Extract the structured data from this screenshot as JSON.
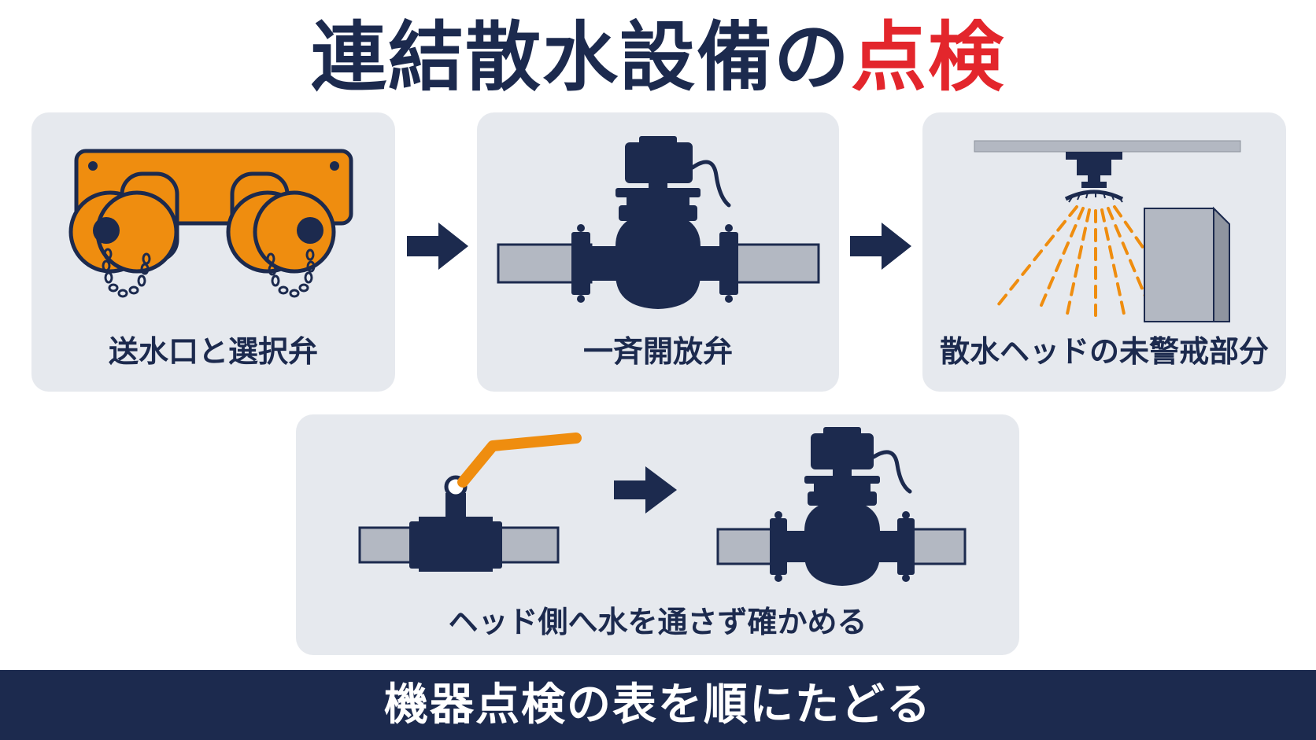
{
  "title": {
    "main": "連結散水設備の",
    "accent": "点検"
  },
  "panels": [
    {
      "label": "送水口と選択弁"
    },
    {
      "label": "一斉開放弁"
    },
    {
      "label": "散水ヘッドの未警戒部分"
    },
    {
      "label": "ヘッド側へ水を通さず確かめる"
    }
  ],
  "footer": {
    "text": "機器点検の表を順にたどる"
  },
  "colors": {
    "navy": "#1c2a4e",
    "orange": "#ef8d0f",
    "pipe_gray": "#b3b8c2",
    "panel_bg": "#e6e9ee",
    "accent_red": "#e3262c"
  },
  "icons": {
    "panel_1": "fire-department-connection-icon",
    "panel_2": "deluge-valve-icon",
    "panel_3": "sprinkler-head-icon",
    "panel_4_left": "ball-valve-icon",
    "panel_4_right": "deluge-valve-icon",
    "flow": "arrow-right-icon"
  }
}
